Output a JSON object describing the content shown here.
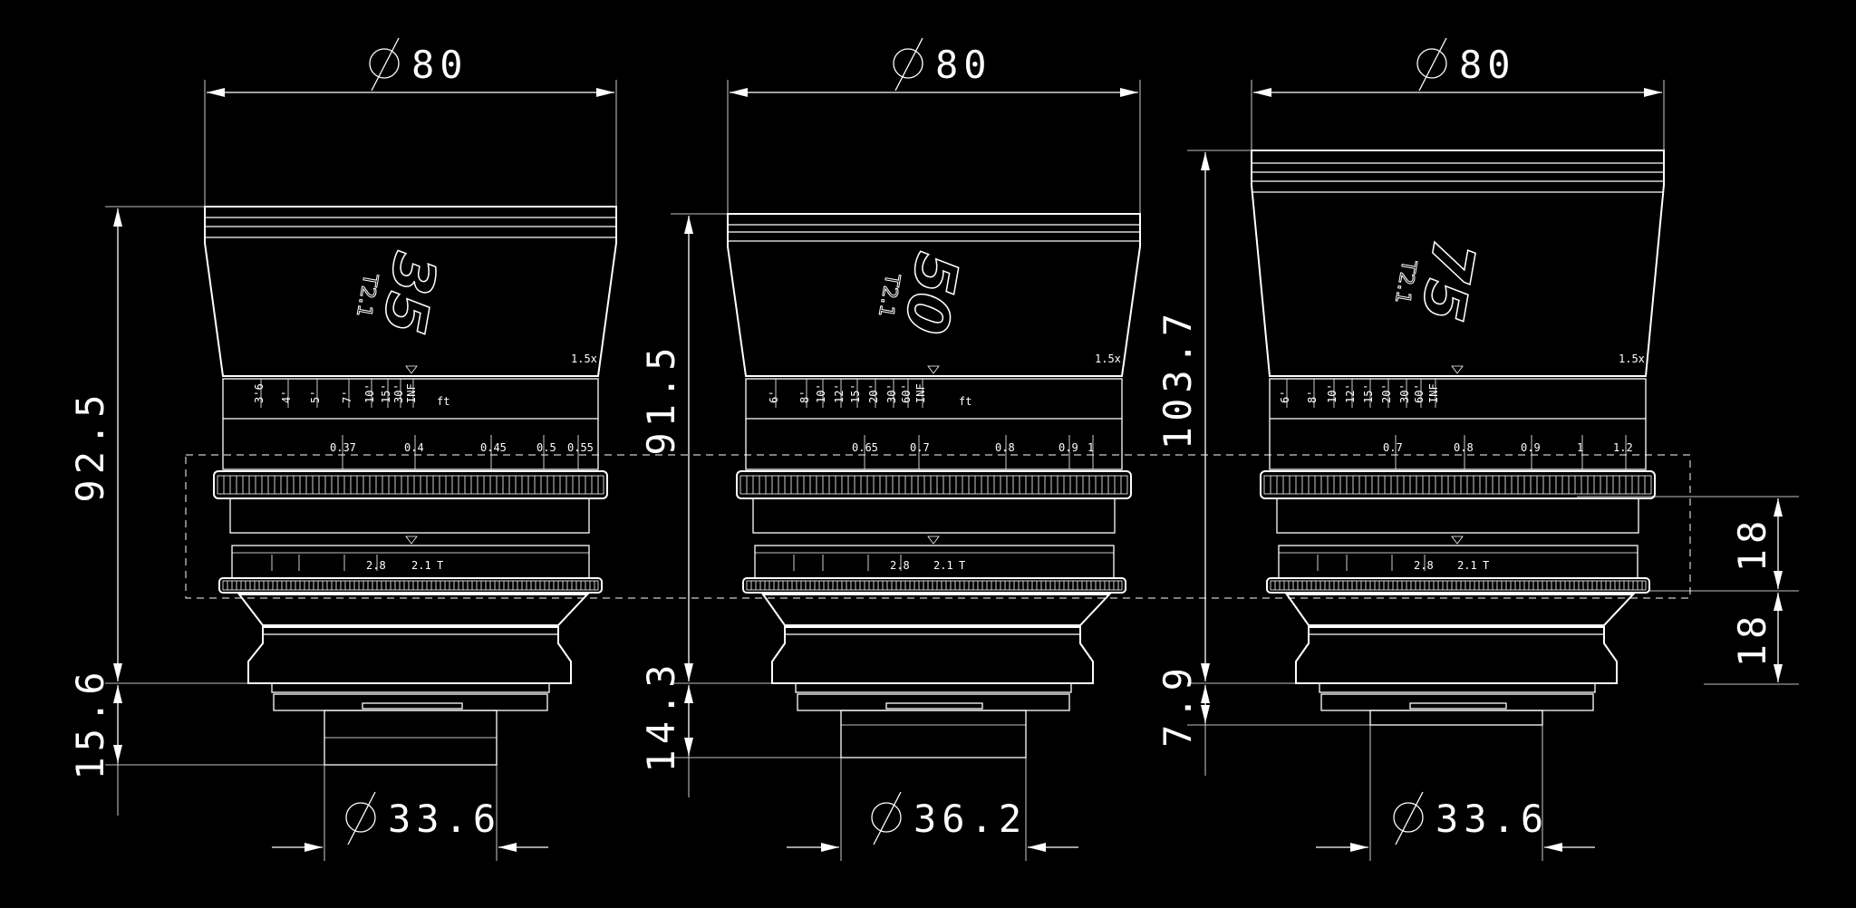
{
  "lenses": [
    {
      "id": "35",
      "focal": "35",
      "tstop": "T2.1",
      "top_dia": "80",
      "height": "92.5",
      "mount_len": "15.6",
      "mount_dia": "33.6",
      "ft_scale": [
        "3'6",
        "4'",
        "5'",
        "7'",
        "10'",
        "15'",
        "30'",
        "INF",
        "ft"
      ],
      "m_scale": [
        "0.37",
        "0.4",
        "0.45",
        "0.5",
        "0.55"
      ]
    },
    {
      "id": "50",
      "focal": "50",
      "tstop": "T2.1",
      "top_dia": "80",
      "height": "91.5",
      "mount_len": "14.3",
      "mount_dia": "36.2",
      "ft_scale": [
        "6'",
        "8'",
        "10'",
        "12'",
        "15'",
        "20'",
        "30'",
        "60'",
        "INF",
        "ft"
      ],
      "m_scale": [
        "0.65",
        "0.7",
        "0.8",
        "0.9",
        "1"
      ]
    },
    {
      "id": "75",
      "focal": "75",
      "tstop": "T2.1",
      "top_dia": "80",
      "height": "103.7",
      "mount_len": "7.9",
      "mount_dia": "33.6",
      "ft_scale": [
        "6'",
        "8'",
        "10'",
        "12'",
        "15'",
        "20'",
        "30'",
        "60'",
        "INF"
      ],
      "m_scale": [
        "0.7",
        "0.8",
        "0.9",
        "1",
        "1.2"
      ]
    }
  ],
  "gear_dims": {
    "upper": "18",
    "lower": "18"
  },
  "squeeze_label": "1.5x",
  "tstop_scale": [
    "2.8",
    "2.1",
    "T"
  ],
  "diameter_symbol": "⌀"
}
